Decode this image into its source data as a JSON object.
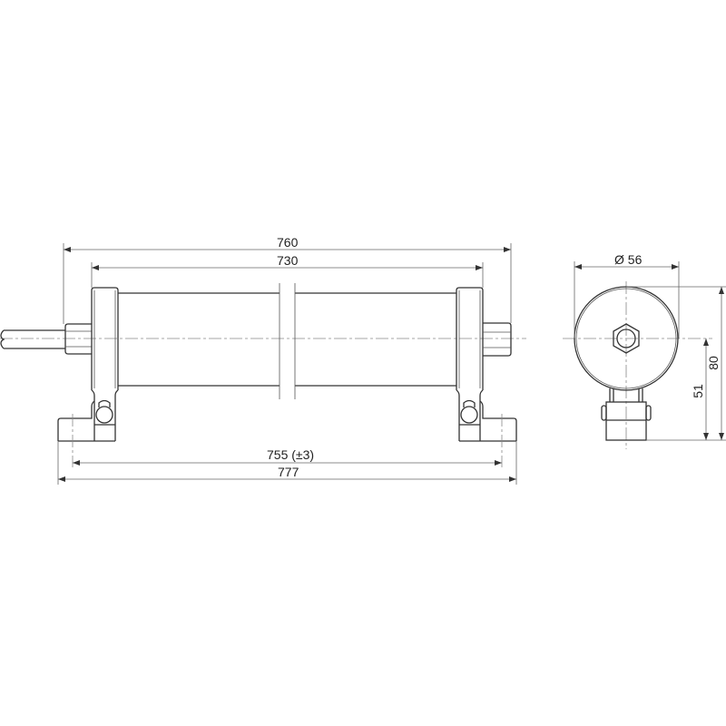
{
  "drawing": {
    "type": "technical-dimension-drawing",
    "subject": "tubular luminaire with mounting brackets",
    "side_view": {
      "dimensions": {
        "overall_length": "760",
        "tube_length": "730",
        "mounting_hole_spacing": "755 (±3)",
        "foot_overall_length": "777"
      }
    },
    "end_view": {
      "dimensions": {
        "diameter": "Ø 56",
        "total_height": "80",
        "center_height": "51"
      }
    },
    "colors": {
      "line": "#333333",
      "dimension_line": "#666666",
      "center_line": "#888888",
      "background": "#ffffff"
    }
  }
}
